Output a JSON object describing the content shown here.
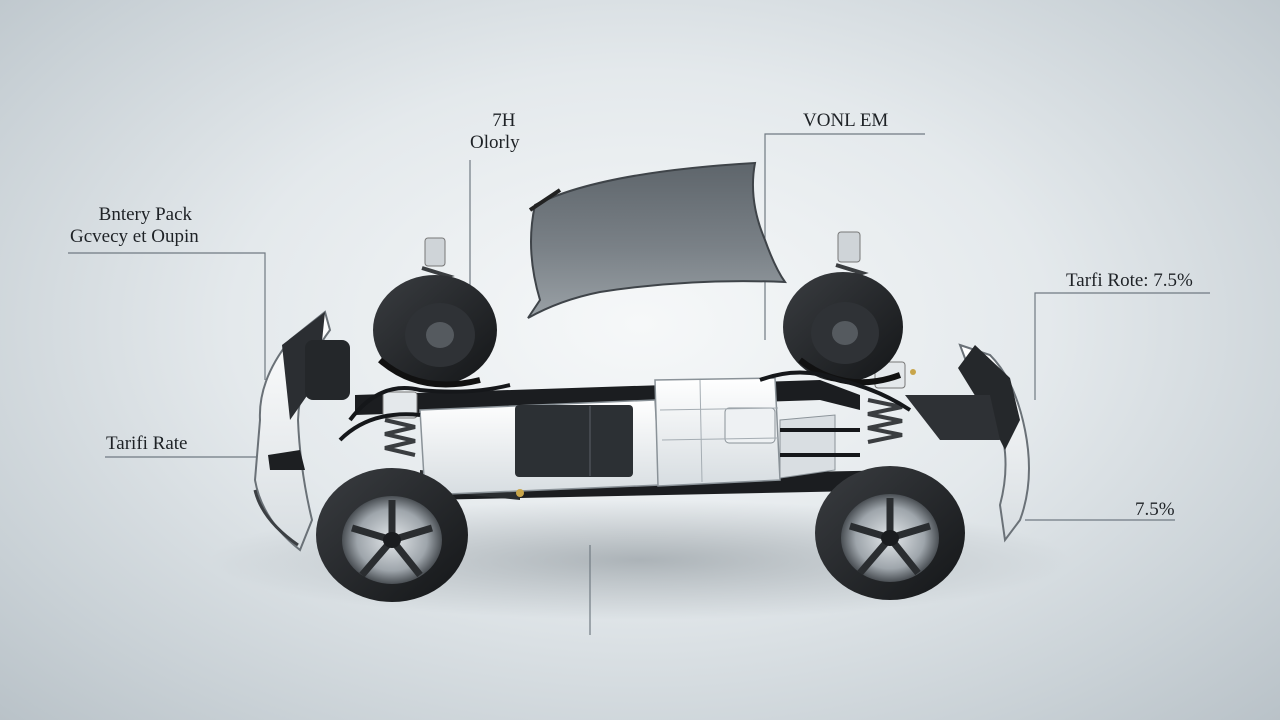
{
  "callouts": {
    "battery_pack": {
      "line1": "Bntery Pack",
      "line2": "Gcvecy et Oupin"
    },
    "top_center": {
      "line1": "7H",
      "line2": "Olorly"
    },
    "top_right": {
      "text": "VONL EM"
    },
    "right_rate": {
      "text": "Tarfi Rote: 7.5%"
    },
    "left_rate": {
      "text": "Tarifi Rate"
    },
    "bottom_right": {
      "text": "7.5%"
    }
  },
  "colors": {
    "background": "#e4e9ec",
    "chassis": "#1b1d20",
    "body_panel": "#f2f4f5",
    "tire": "#222427",
    "rim": "#b8bec3",
    "hood": "#6f767c",
    "leader_line": "#707a82"
  }
}
